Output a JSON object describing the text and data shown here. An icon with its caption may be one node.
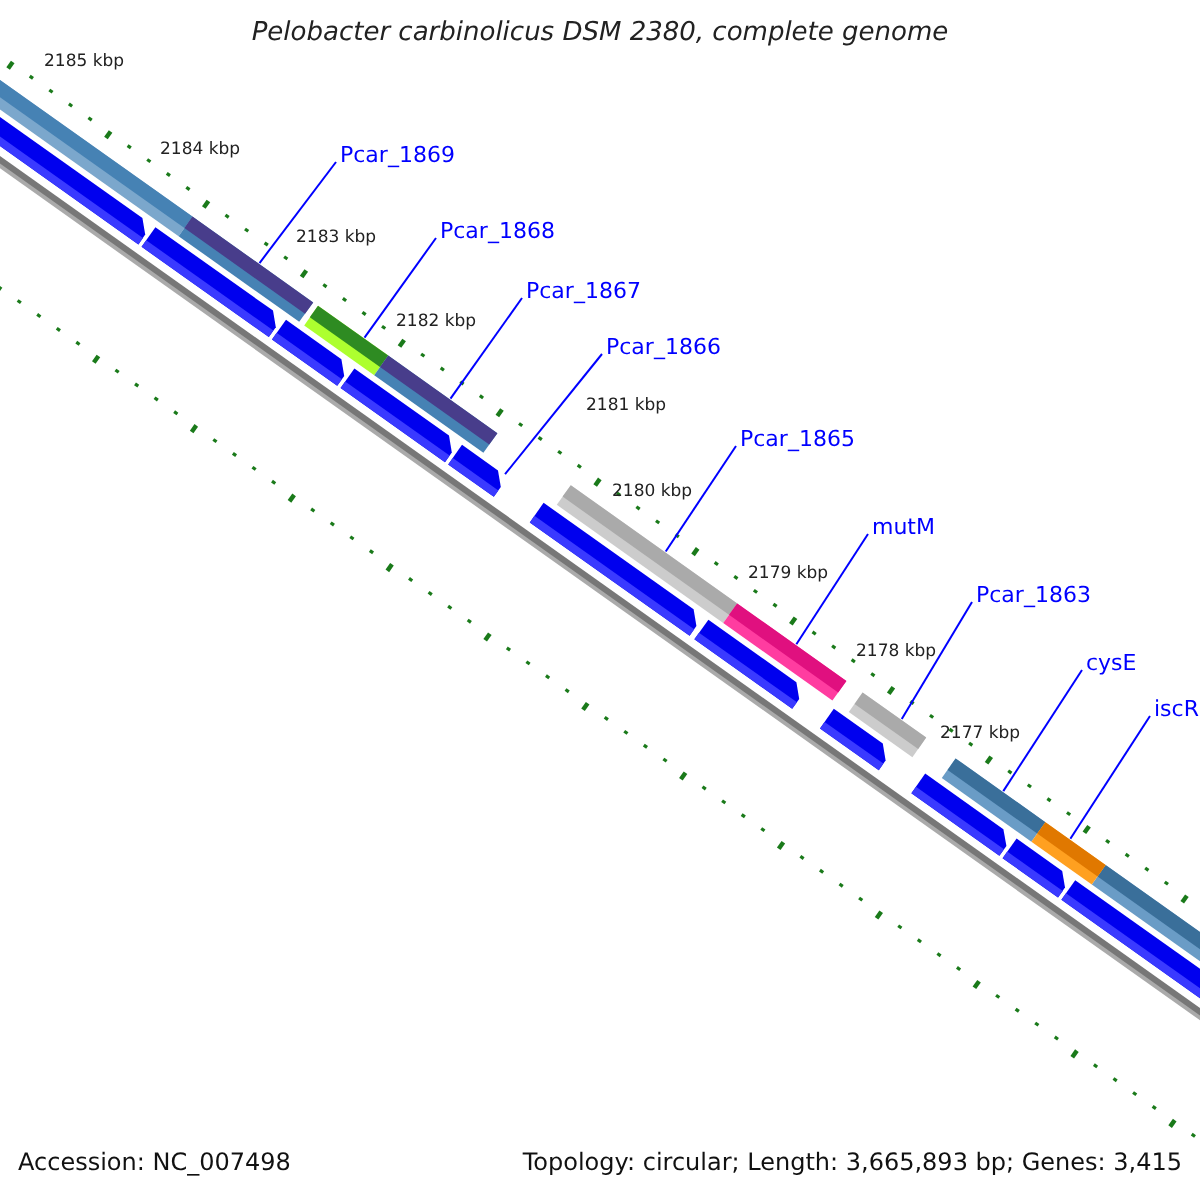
{
  "diagram": {
    "title": "Pelobacter carbinolicus DSM 2380, complete genome",
    "nodes": [
      {
        "text": [
          "Pcar_1869"
        ]
      },
      {
        "text": [
          "Pcar_1868"
        ]
      },
      {
        "text": [
          "Pcar_1867"
        ]
      },
      {
        "text": [
          "Pcar_1866"
        ]
      },
      {
        "text": [
          "Pcar_1865"
        ]
      },
      {
        "text": [
          "mutM"
        ]
      },
      {
        "text": [
          "Pcar_1863"
        ]
      },
      {
        "text": [
          "cysE"
        ]
      },
      {
        "text": [
          "iscR"
        ]
      },
      {
        "text": [],
        "shape": "bar"
      },
      {
        "text": [],
        "shape": "bar"
      },
      {
        "text": [],
        "shape": "bar"
      },
      {
        "text": [],
        "shape": "bar"
      },
      {
        "text": [],
        "shape": "bar"
      },
      {
        "text": [],
        "shape": "bar"
      },
      {
        "text": [],
        "shape": "bar"
      },
      {
        "text": [],
        "shape": "bar"
      },
      {
        "text": [],
        "shape": "bar"
      }
    ],
    "edges": [
      {
        "from": 0,
        "to": 9,
        "arrow": "none"
      },
      {
        "from": 1,
        "to": 10,
        "arrow": "none"
      },
      {
        "from": 2,
        "to": 11,
        "arrow": "none"
      },
      {
        "from": 3,
        "to": 12,
        "arrow": "none"
      },
      {
        "from": 4,
        "to": 13,
        "arrow": "none"
      },
      {
        "from": 5,
        "to": 14,
        "arrow": "none"
      },
      {
        "from": 6,
        "to": 15,
        "arrow": "none"
      },
      {
        "from": 7,
        "to": 16,
        "arrow": "none"
      },
      {
        "from": 8,
        "to": 17,
        "arrow": "none"
      }
    ],
    "labels": [
      "2185 kbp",
      "2184 kbp",
      "2183 kbp",
      "2182 kbp",
      "2181 kbp",
      "2180 kbp",
      "2179 kbp",
      "2178 kbp",
      "2177 kbp",
      "Accession: NC_007498",
      "Topology: circular; Length: 3,665,893 bp; Genes: 3,415"
    ]
  }
}
